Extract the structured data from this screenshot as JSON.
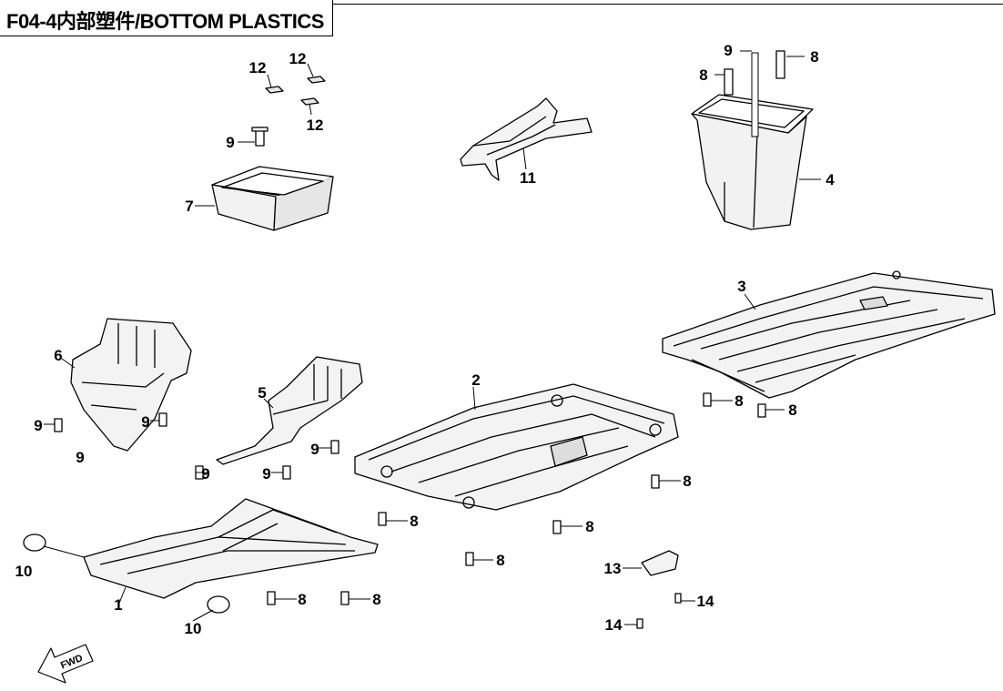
{
  "header": {
    "title": "F04-4内部塑件/BOTTOM PLASTICS"
  },
  "callouts": {
    "c1": "1",
    "c2": "2",
    "c3": "3",
    "c4": "4",
    "c5": "5",
    "c6": "6",
    "c7": "7",
    "c8": "8",
    "c9": "9",
    "c10": "10",
    "c11": "11",
    "c12": "12",
    "c13": "13",
    "c14": "14"
  },
  "fwd_arrow": {
    "label": "FWD"
  },
  "colors": {
    "line": "#000000",
    "background": "#ffffff"
  }
}
